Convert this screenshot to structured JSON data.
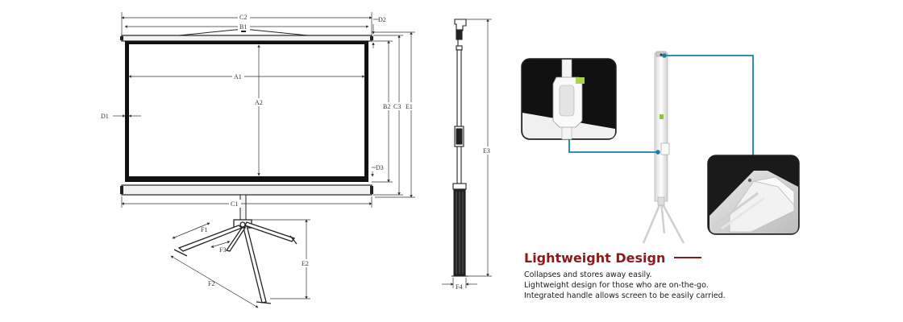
{
  "dimensions": {
    "A1": "A1",
    "A2": "A2",
    "B1": "B1",
    "B2": "B2",
    "C1": "C1",
    "C2": "C2",
    "C3": "C3",
    "D1": "D1",
    "D2": "D2",
    "D3": "D3",
    "E1": "E1",
    "E2": "E2",
    "E3": "E3",
    "F1": "F1",
    "F2": "F2",
    "F3": "F3",
    "F4": "F4"
  },
  "feature": {
    "title": "Lightweight Design",
    "lines": [
      "Collapses and stores away easily.",
      "Lightweight design for those who are on-the-go.",
      "Integrated handle allows screen to be easily carried."
    ]
  },
  "colors": {
    "callout_line": "#1a7fa6",
    "title": "#8b1a1a",
    "dimension_line": "#333333"
  }
}
